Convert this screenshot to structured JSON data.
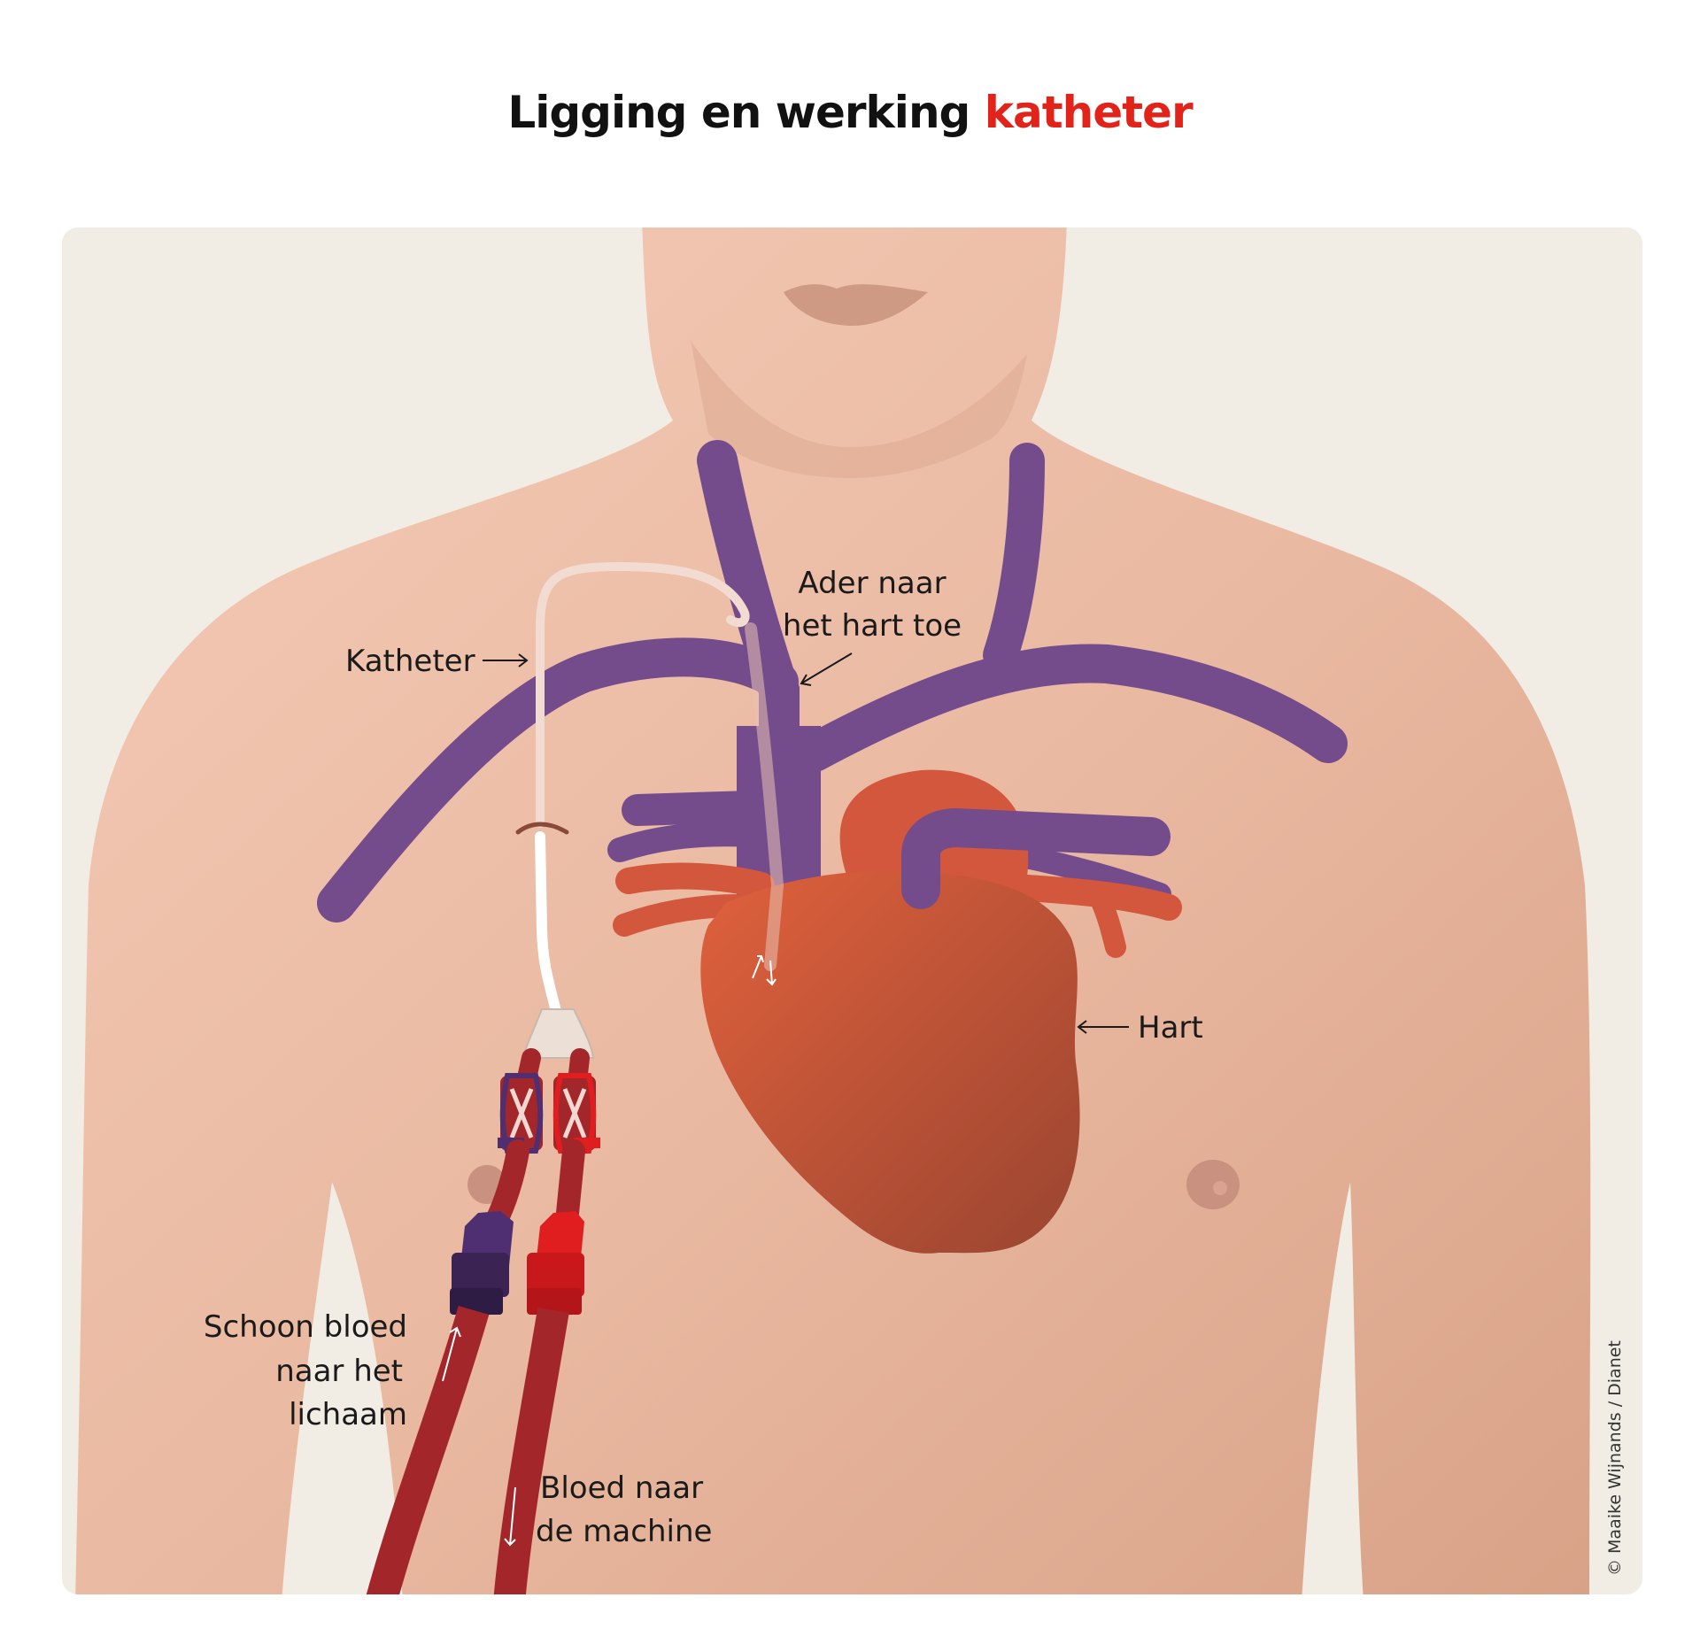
{
  "title": {
    "main": "Ligging en werking",
    "accent": "katheter"
  },
  "labels": {
    "katheter": "Katheter",
    "ader_line1": "Ader naar",
    "ader_line2": "het hart toe",
    "hart": "Hart",
    "schoon_line1": "Schoon bloed",
    "schoon_line2": "naar het",
    "schoon_line3": "lichaam",
    "bloed_line1": "Bloed naar",
    "bloed_line2": "de machine"
  },
  "credit": "© Maaike Wijnands / Dianet",
  "colors": {
    "accent": "#e2231a",
    "background_panel": "#f1ece4",
    "skin": "#efc6b0",
    "vein": "#744c8c",
    "heart": "#c2553b",
    "artery": "#d2573c",
    "tube": "#a3262a",
    "connector_red": "#e01d1f",
    "connector_purple": "#4f2f72"
  }
}
